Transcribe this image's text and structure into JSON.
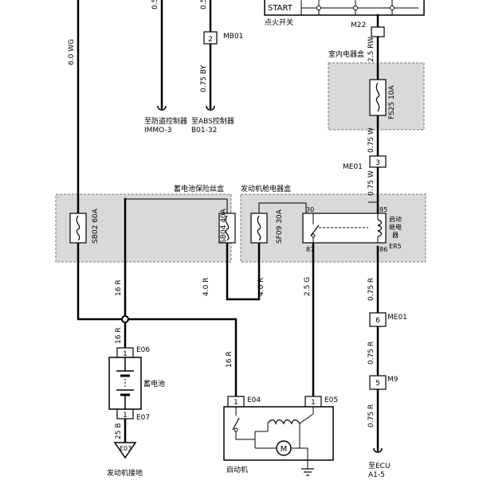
{
  "ignition": {
    "start_label": "START",
    "name": "点火开关",
    "connector": "M22"
  },
  "interior_box": {
    "title": "室内电器盒",
    "fuse": "FS25 10A"
  },
  "battery_box": {
    "title": "蓄电池保险丝盒",
    "fuse_main": "SB02 60A",
    "fuse_starter": "SB04 40A"
  },
  "engine_box": {
    "title": "发动机舱电器盒",
    "fuse": "SF09 30A",
    "relay_name": "启动\n继电\n器",
    "relay_code": "ER5",
    "pins": {
      "p30": "30",
      "p85": "85",
      "p87": "87",
      "p86": "86"
    }
  },
  "connectors": {
    "mb01": {
      "name": "MB01",
      "pin": "2"
    },
    "me01_top": {
      "name": "ME01",
      "pin": "3"
    },
    "me01_bottom": {
      "name": "ME01",
      "pin": "6"
    },
    "m9": {
      "name": "M9",
      "pin": "5"
    },
    "e06": {
      "name": "E06",
      "pin": "1"
    },
    "e07": {
      "name": "E07",
      "pin": "1"
    },
    "e04": {
      "name": "E04",
      "pin": "1"
    },
    "e05": {
      "name": "E05",
      "pin": "1"
    },
    "e03": {
      "name": "E03"
    }
  },
  "wires": {
    "wg6": "6.0 WG",
    "by075": "0.75 BY",
    "rw25": "2.5 RW",
    "w075_top": "0.75 W",
    "w075_bottom": "0.75 W",
    "r16_a": "16 R",
    "r16_b": "16 R",
    "r16_c": "16 R",
    "r40_a": "4.0 R",
    "r40_b": "4.0 R",
    "g25": "2.5 G",
    "r075_a": "0.75 R",
    "r075_b": "0.75 R",
    "r075_c": "0.75 R",
    "b25": "25 B",
    "top_a": "0.5",
    "top_b": "0.5"
  },
  "destinations": {
    "immo": {
      "line1": "至防盗控制器",
      "line2": "IMMO-3"
    },
    "abs": {
      "line1": "至ABS控制器",
      "line2": "B01-32"
    },
    "ecu": {
      "line1": "至ECU",
      "line2": "A1-5"
    }
  },
  "battery_label": "蓄电池",
  "starter_label": "启动机",
  "motor_label": "M",
  "engine_ground": "发动机接地"
}
